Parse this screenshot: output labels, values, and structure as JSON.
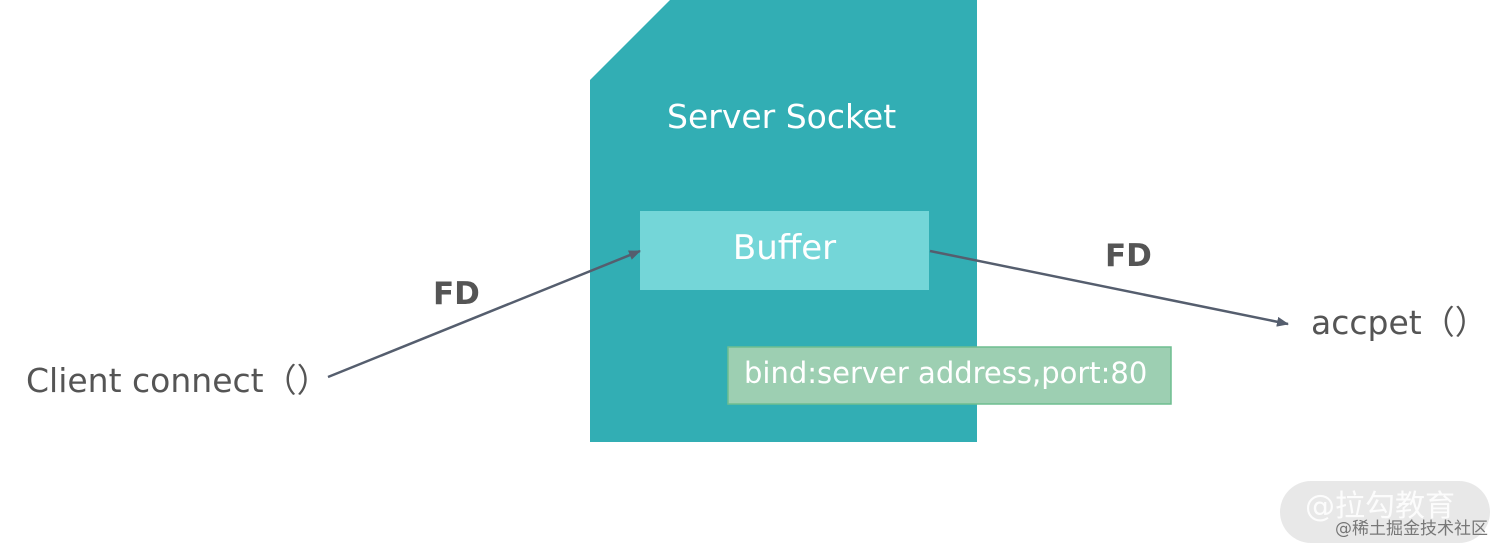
{
  "diagram": {
    "server_socket": {
      "title": "Server Socket",
      "buffer_label": "Buffer",
      "bind_label": "bind:server address,port:80"
    },
    "client": {
      "label": "Client connect（）"
    },
    "accept": {
      "label": "accpet（）"
    },
    "edges": [
      {
        "from": "client",
        "to": "buffer",
        "label": "FD"
      },
      {
        "from": "buffer",
        "to": "accept",
        "label": "FD"
      }
    ],
    "colors": {
      "server_fill": "#32aeb4",
      "buffer_fill": "#74d6d8",
      "bind_fill": "#9dcfb2",
      "bind_border": "#6ebd90",
      "text_gray": "#555555",
      "arrow": "#555e6e"
    }
  },
  "watermark": {
    "brand": "@拉勾教育",
    "site": "@稀土掘金技术社区"
  }
}
